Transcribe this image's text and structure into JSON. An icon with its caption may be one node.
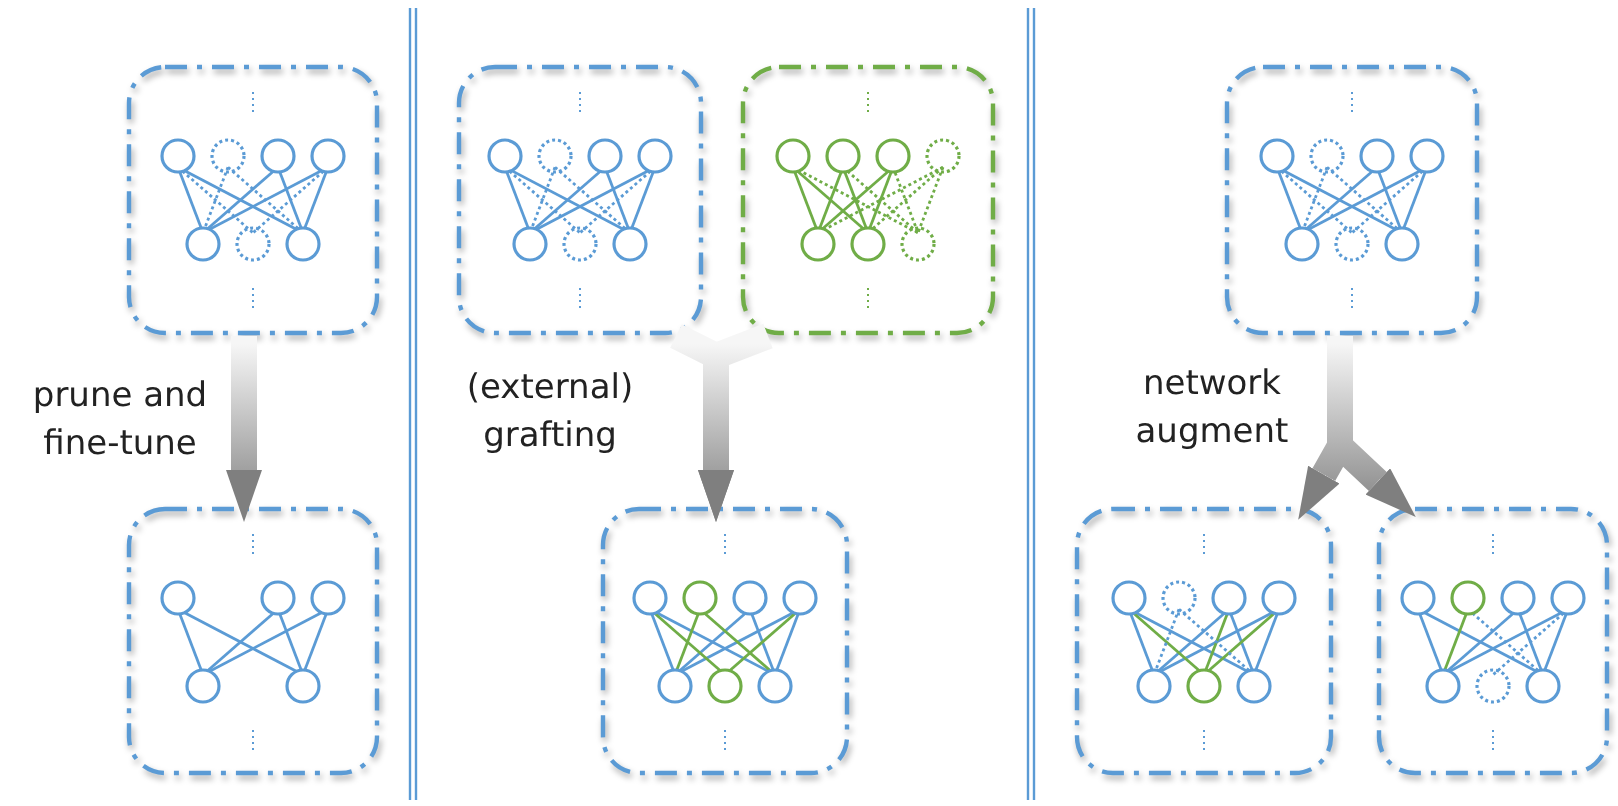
{
  "diagram": {
    "nodes": [
      {
        "text": [],
        "shape": "picture"
      },
      {
        "text": [],
        "shape": "picture"
      },
      {
        "text": [],
        "shape": "picture"
      },
      {
        "text": [],
        "shape": "picture"
      },
      {
        "text": [],
        "shape": "picture"
      },
      {
        "text": [],
        "shape": "picture"
      },
      {
        "text": [],
        "shape": "picture"
      },
      {
        "text": [],
        "shape": "picture"
      }
    ],
    "edges": [
      {
        "from": 0,
        "to": 4,
        "arrow": "to",
        "label": "prune and fine-tune"
      },
      {
        "from": 1,
        "to": 5,
        "arrow": "to",
        "label": "(external) grafting"
      },
      {
        "from": 2,
        "to": 5,
        "arrow": "to"
      },
      {
        "from": 3,
        "to": 6,
        "arrow": "to",
        "label": "network augment"
      },
      {
        "from": 3,
        "to": 7,
        "arrow": "to"
      }
    ]
  }
}
